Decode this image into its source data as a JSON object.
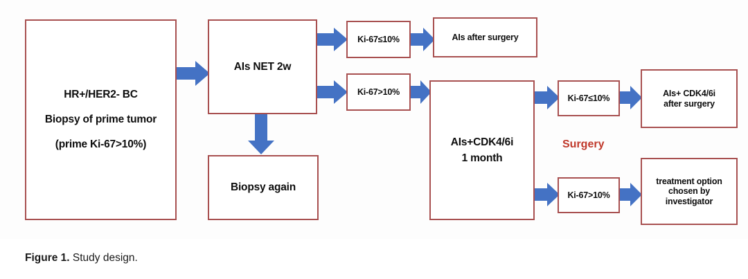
{
  "figure": {
    "caption_label": "Figure 1.",
    "caption_text": " Study design."
  },
  "colors": {
    "box_border": "#a85050",
    "arrow_blue": "#4472c4",
    "surgery_red": "#c0392b",
    "text": "#0d0d0d",
    "background": "#ffffff"
  },
  "annotations": {
    "surgery": "Surgery"
  },
  "nodes": {
    "enrollment": {
      "lines": [
        "HR+/HER2- BC",
        "Biopsy of prime tumor",
        "(prime Ki-67>10%)"
      ]
    },
    "ai_net": {
      "lines": [
        "AIs NET 2w"
      ]
    },
    "biopsy_again": {
      "lines": [
        "Biopsy again"
      ]
    },
    "cond_net_low": {
      "lines": [
        "Ki-67≤10%"
      ]
    },
    "cond_net_high": {
      "lines": [
        "Ki-67>10%"
      ]
    },
    "ai_after_surgery": {
      "lines": [
        "AIs after surgery"
      ]
    },
    "ai_cdk": {
      "lines": [
        "AIs+CDK4/6i",
        "1 month"
      ]
    },
    "cond_cdk_low": {
      "lines": [
        "Ki-67≤10%"
      ]
    },
    "cond_cdk_high": {
      "lines": [
        "Ki-67>10%"
      ]
    },
    "ai_cdk_after_surgery": {
      "lines": [
        "AIs+ CDK4/6i",
        "after surgery"
      ]
    },
    "investigator_choice": {
      "lines": [
        "treatment option",
        "chosen by",
        "investigator"
      ]
    }
  }
}
